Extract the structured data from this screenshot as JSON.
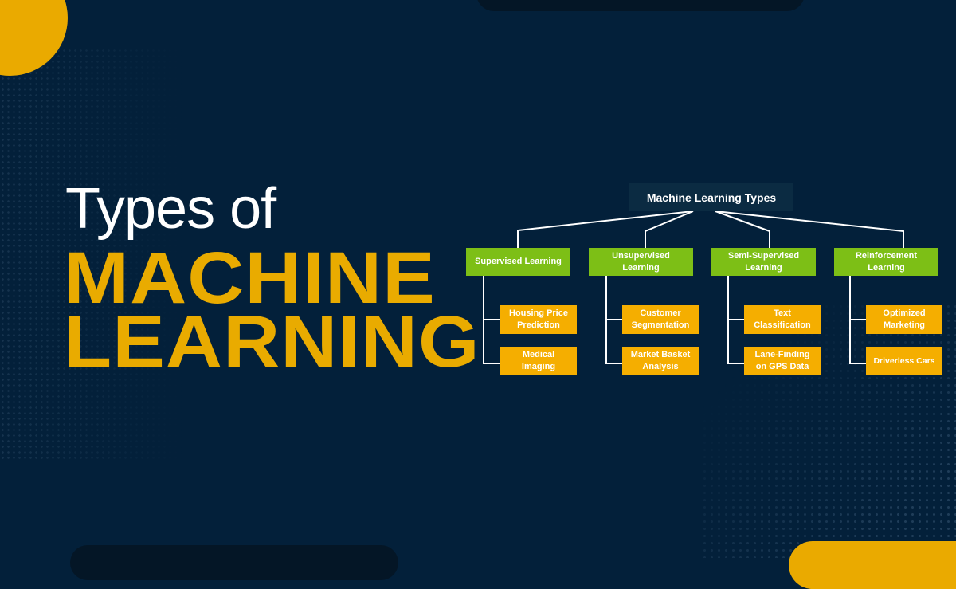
{
  "heading": {
    "line1": "Types of",
    "line2": "MACHINE",
    "line3": "LEARNING"
  },
  "diagram": {
    "root": "Machine Learning Types",
    "categories": [
      {
        "label": "Supervised Learning",
        "children": [
          "Housing Price Prediction",
          "Medical Imaging"
        ]
      },
      {
        "label": "Unsupervised Learning",
        "children": [
          "Customer Segmentation",
          "Market Basket Analysis"
        ]
      },
      {
        "label": "Semi-Supervised Learning",
        "children": [
          "Text Classification",
          "Lane-Finding on GPS Data"
        ]
      },
      {
        "label": "Reinforcement Learning",
        "children": [
          "Optimized Marketing",
          "Driverless Cars"
        ]
      }
    ]
  },
  "colors": {
    "background": "#03203a",
    "accent_yellow": "#e9ab00",
    "category_green": "#7dbf16",
    "leaf_orange": "#f5ae00"
  }
}
